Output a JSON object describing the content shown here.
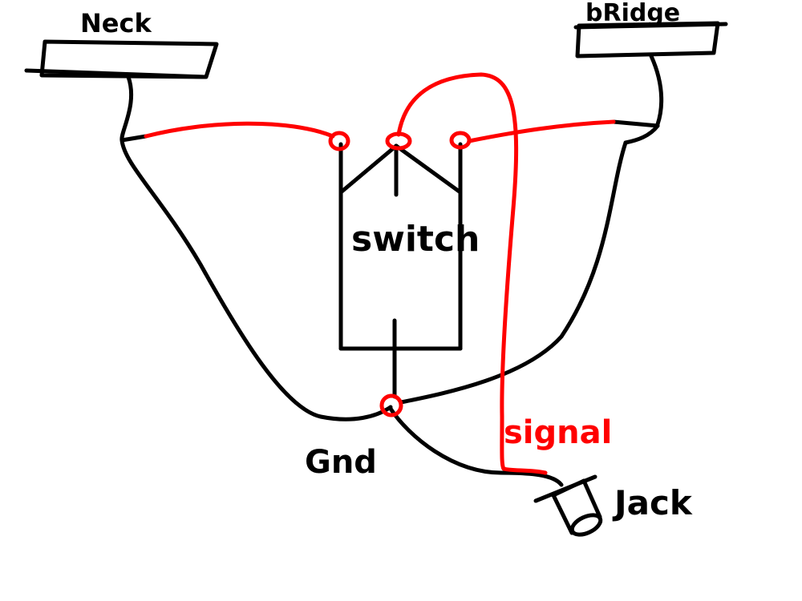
{
  "labels": {
    "neck": "Neck",
    "bridge": "bRidge",
    "switch": "switch",
    "gnd": "Gnd",
    "signal": "signal",
    "jack": "Jack"
  },
  "colors": {
    "background": "#ffffff",
    "ground_wire": "#000000",
    "signal_wire": "#ff0000"
  }
}
